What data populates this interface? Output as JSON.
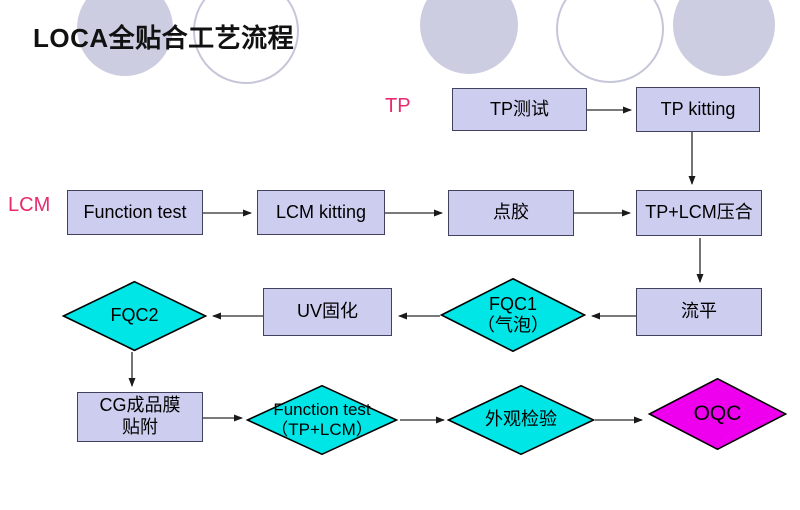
{
  "slide": {
    "title": "LOCA全贴合工艺流程"
  },
  "lanes": {
    "tp": "TP",
    "lcm": "LCM"
  },
  "flow": {
    "nodes": {
      "tp_test": {
        "label": "TP测试",
        "type": "process"
      },
      "tp_kitting": {
        "label": "TP kitting",
        "type": "process"
      },
      "function_test": {
        "label": "Function test",
        "type": "process"
      },
      "lcm_kitting": {
        "label": "LCM kitting",
        "type": "process"
      },
      "dispensing": {
        "label": "点胶",
        "type": "process"
      },
      "tp_lcm_lamination": {
        "label": "TP+LCM压合",
        "type": "process"
      },
      "leveling": {
        "label": "流平",
        "type": "process"
      },
      "fqc1": {
        "label": "FQC1",
        "label2": "（气泡）",
        "type": "decision"
      },
      "uv_curing": {
        "label": "UV固化",
        "type": "process"
      },
      "fqc2": {
        "label": "FQC2",
        "type": "decision"
      },
      "cg_film": {
        "label": "CG成品膜",
        "label2": "贴附",
        "type": "process"
      },
      "function_test_tp_lcm": {
        "label": "Function test",
        "label2": "（TP+LCM）",
        "type": "decision"
      },
      "visual_inspection": {
        "label": "外观检验",
        "type": "decision"
      },
      "oqc": {
        "label": "OQC",
        "type": "final"
      }
    },
    "edges": [
      "tp_test → tp_kitting",
      "tp_kitting → tp_lcm_lamination",
      "function_test → lcm_kitting",
      "lcm_kitting → dispensing",
      "dispensing → tp_lcm_lamination",
      "tp_lcm_lamination → leveling",
      "leveling → fqc1",
      "fqc1 → uv_curing",
      "uv_curing → fqc2",
      "fqc2 → cg_film",
      "cg_film → function_test_tp_lcm",
      "function_test_tp_lcm → visual_inspection",
      "visual_inspection → oqc"
    ]
  },
  "colors": {
    "process_fill": "#cdcdf0",
    "process_border": "#42425e",
    "decision_fill": "#00e5e5",
    "final_fill": "#ee00ee",
    "shape_border": "#000000",
    "lane_label": "#e82a6e",
    "arrow": "#2b2b2b",
    "title": "#111111",
    "circle_fill": "#cdcde1",
    "circle_outline": "#c6c6da"
  }
}
